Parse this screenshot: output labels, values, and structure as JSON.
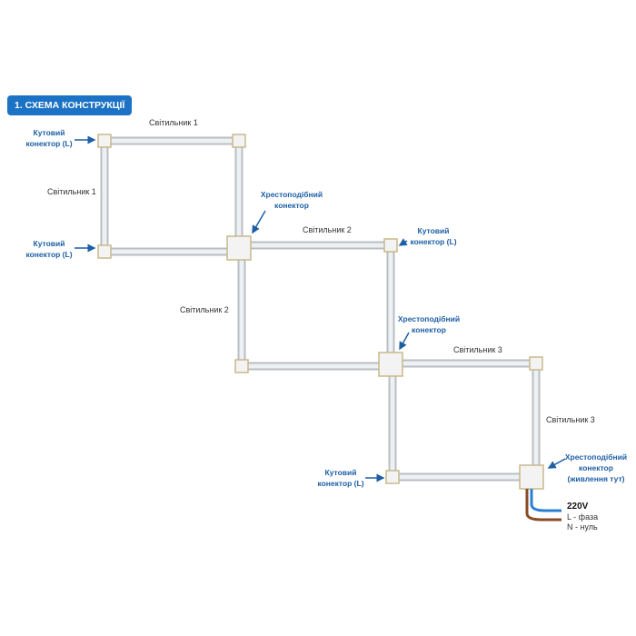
{
  "header": "1. СХЕМА КОНСТРУКЦІЇ",
  "labels": {
    "lamp1_top": "Світильник 1",
    "lamp1_left": "Світильник 1",
    "lamp2_top": "Світильник 2",
    "lamp2_left": "Світильник 2",
    "lamp3_top": "Світильник 3",
    "lamp3_right": "Світильник 3",
    "corner_tl": "Кутовий конектор (L)",
    "corner_bl": "Кутовий конектор (L)",
    "corner_mid": "Кутовий конектор (L)",
    "corner_bot": "Кутовий конектор (L)",
    "cross1": "Хрестоподібний конектор",
    "cross2": "Хрестоподібний конектор",
    "cross3": "Хрестоподібний конектор (живлення тут)",
    "voltage": "220V",
    "phase": "L - фаза",
    "neutral": "N - нуль"
  },
  "colors": {
    "accent": "#1c72c4",
    "label": "#1d5fa6",
    "wire_blue": "#2a7fd4",
    "wire_brown": "#8a4a23"
  }
}
